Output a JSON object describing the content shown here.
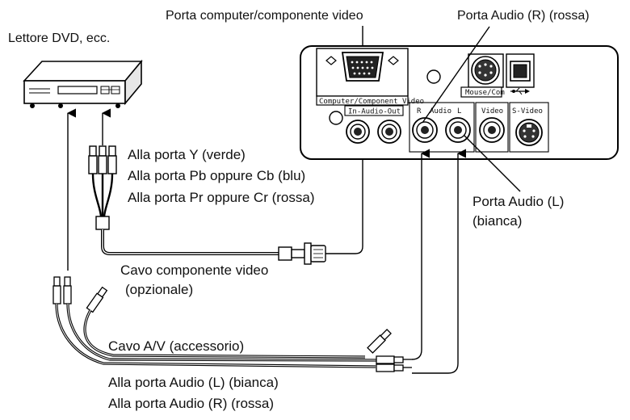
{
  "labels": {
    "dvd_player": "Lettore DVD, ecc.",
    "computer_port": "Porta computer/componente video",
    "audio_r_port_top": "Porta Audio (R) (rossa)",
    "y_port": "Alla porta Y (verde)",
    "pb_port": "Alla porta Pb oppure Cb (blu)",
    "pr_port": "Alla porta Pr oppure Cr (rossa)",
    "audio_l_port_line1": "Porta Audio (L)",
    "audio_l_port_line2": "(bianca)",
    "component_cable_line1": "Cavo componente video",
    "component_cable_line2": "(opzionale)",
    "av_cable": "Cavo A/V (accessorio)",
    "audio_l_plug": "Alla porta Audio (L) (bianca)",
    "audio_r_plug": "Alla porta Audio (R) (rossa)"
  },
  "panel_labels": {
    "computer_component_video": "Computer/Component Video",
    "mouse_com": "Mouse/Com",
    "in_audio_out": "In-Audio-Out",
    "r": "R",
    "audio": "Audio",
    "l": "L",
    "video": "Video",
    "s_video": "S-Video"
  }
}
